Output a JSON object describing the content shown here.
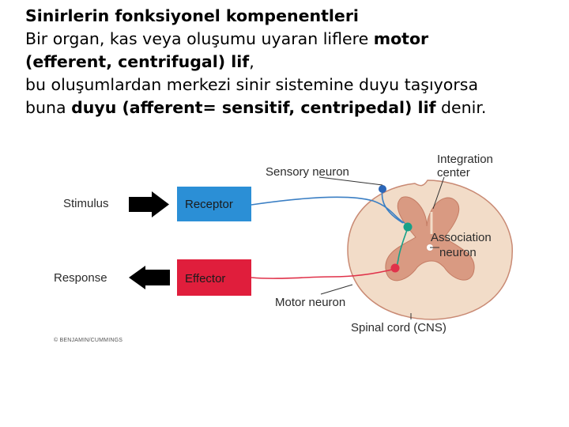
{
  "text": {
    "title": "Sinirlerin fonksiyonel kompenentleri",
    "line2_pre": "Bir organ, kas veya oluşumu uyaran liflere ",
    "line2_bold": "motor",
    "line3_bold": "(efferent, centrifugal) lif",
    "line3_post": ",",
    "line4": "bu oluşumlardan merkezi sinir sistemine duyu taşıyorsa",
    "line5_pre": "buna ",
    "line5_bold": "duyu (afferent= sensitif, centripedal) lif",
    "line5_post": " denir."
  },
  "diagram": {
    "stimulus": "Stimulus",
    "receptor": "Receptor",
    "response": "Response",
    "effector": "Effector",
    "sensory_neuron": "Sensory neuron",
    "motor_neuron": "Motor neuron",
    "integration_line1": "Integration",
    "integration_line2": "center",
    "association_line1": "Association",
    "association_line2": "neuron",
    "spinal_cord": "Spinal cord (CNS)",
    "credit": "© BENJAMIN/CUMMINGS"
  },
  "colors": {
    "receptor_fill": "#2b8fd6",
    "effector_fill": "#e01e3c",
    "sensory_neuron": "#3b7fc4",
    "motor_neuron": "#e0324a",
    "association_neuron": "#18a088",
    "gray_matter": "#d99a82",
    "white_matter": "#f2dcc8"
  }
}
